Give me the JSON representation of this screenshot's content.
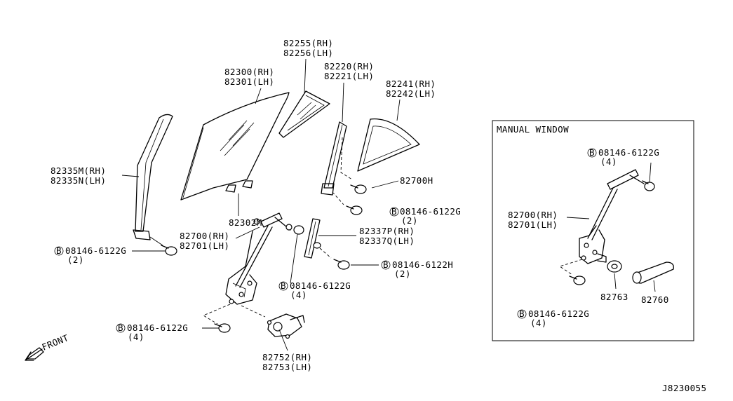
{
  "labels": {
    "p82255": "82255(RH)",
    "p82256": "82256(LH)",
    "p82300": "82300(RH)",
    "p82301": "82301(LH)",
    "p82220": "82220(RH)",
    "p82221": "82221(LH)",
    "p82241": "82241(RH)",
    "p82242": "82242(LH)",
    "p82335m": "82335M(RH)",
    "p82335n": "82335N(LH)",
    "p82700h": "82700H",
    "p82302m": "82302M",
    "bolt_g_1": "08146-6122G",
    "bolt_g_1_qty": "(2)",
    "p82700_a": "82700(RH)",
    "p82701_a": "82701(LH)",
    "p82337p": "82337P(RH)",
    "p82337q": "82337Q(LH)",
    "bolt_g_2": "08146-6122G",
    "bolt_g_2_qty": "(2)",
    "bolt_h": "08146-6122H",
    "bolt_h_qty": "(2)",
    "bolt_g_3": "08146-6122G",
    "bolt_g_3_qty": "(4)",
    "bolt_g_4": "08146-6122G",
    "bolt_g_4_qty": "(4)",
    "front": "FRONT",
    "p82752": "82752(RH)",
    "p82753": "82753(LH)",
    "manual_title": "MANUAL WINDOW",
    "bolt_g_5": "08146-6122G",
    "bolt_g_5_qty": "(4)",
    "p82700_b": "82700(RH)",
    "p82701_b": "82701(LH)",
    "p82763": "82763",
    "p82760": "82760",
    "bolt_g_6": "08146-6122G",
    "bolt_g_6_qty": "(4)",
    "circle_b": "B",
    "diagram_code": "J8230055"
  }
}
